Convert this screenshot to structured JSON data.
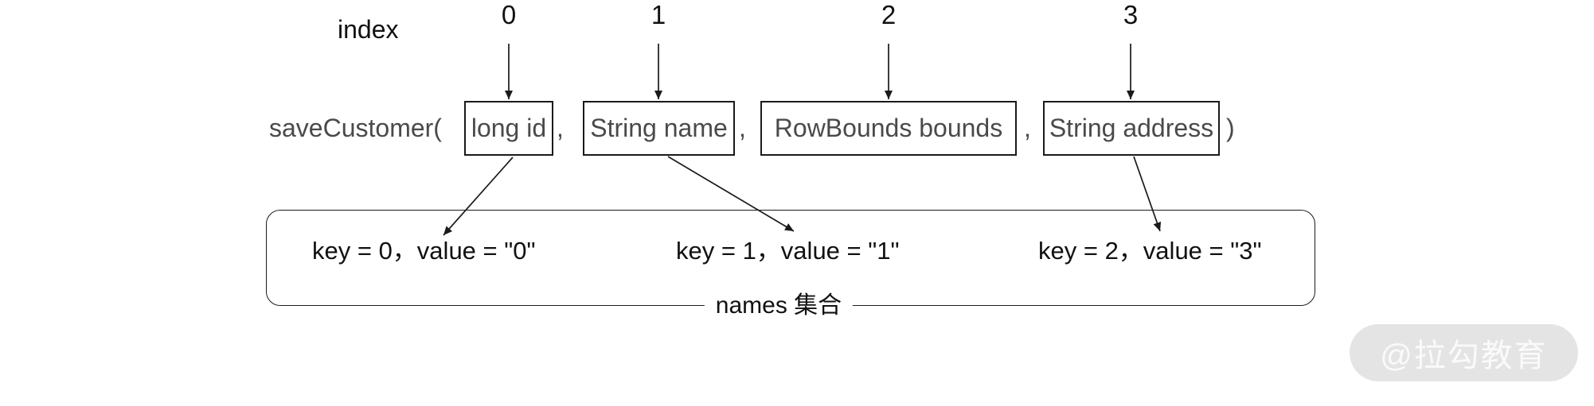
{
  "diagram": {
    "index_label": "index",
    "indices": [
      "0",
      "1",
      "2",
      "3"
    ],
    "method": {
      "prefix": "saveCustomer(",
      "params": [
        "long id",
        "String name",
        "RowBounds bounds",
        "String address"
      ],
      "separator": ",",
      "suffix": ")"
    },
    "names_box": {
      "entries": [
        "key = 0，value = \"0\"",
        "key = 1，value = \"1\"",
        "key = 2，value = \"3\""
      ],
      "label": "names 集合"
    },
    "watermark": "@拉勾教育",
    "colors": {
      "line": "#1a1a1a",
      "box_border": "#1a1a1a",
      "method_text": "#4a4a4a",
      "label_text": "#111111",
      "watermark_bg": "#e4e4e4",
      "watermark_text": "#fafafa",
      "background": "#ffffff"
    }
  }
}
